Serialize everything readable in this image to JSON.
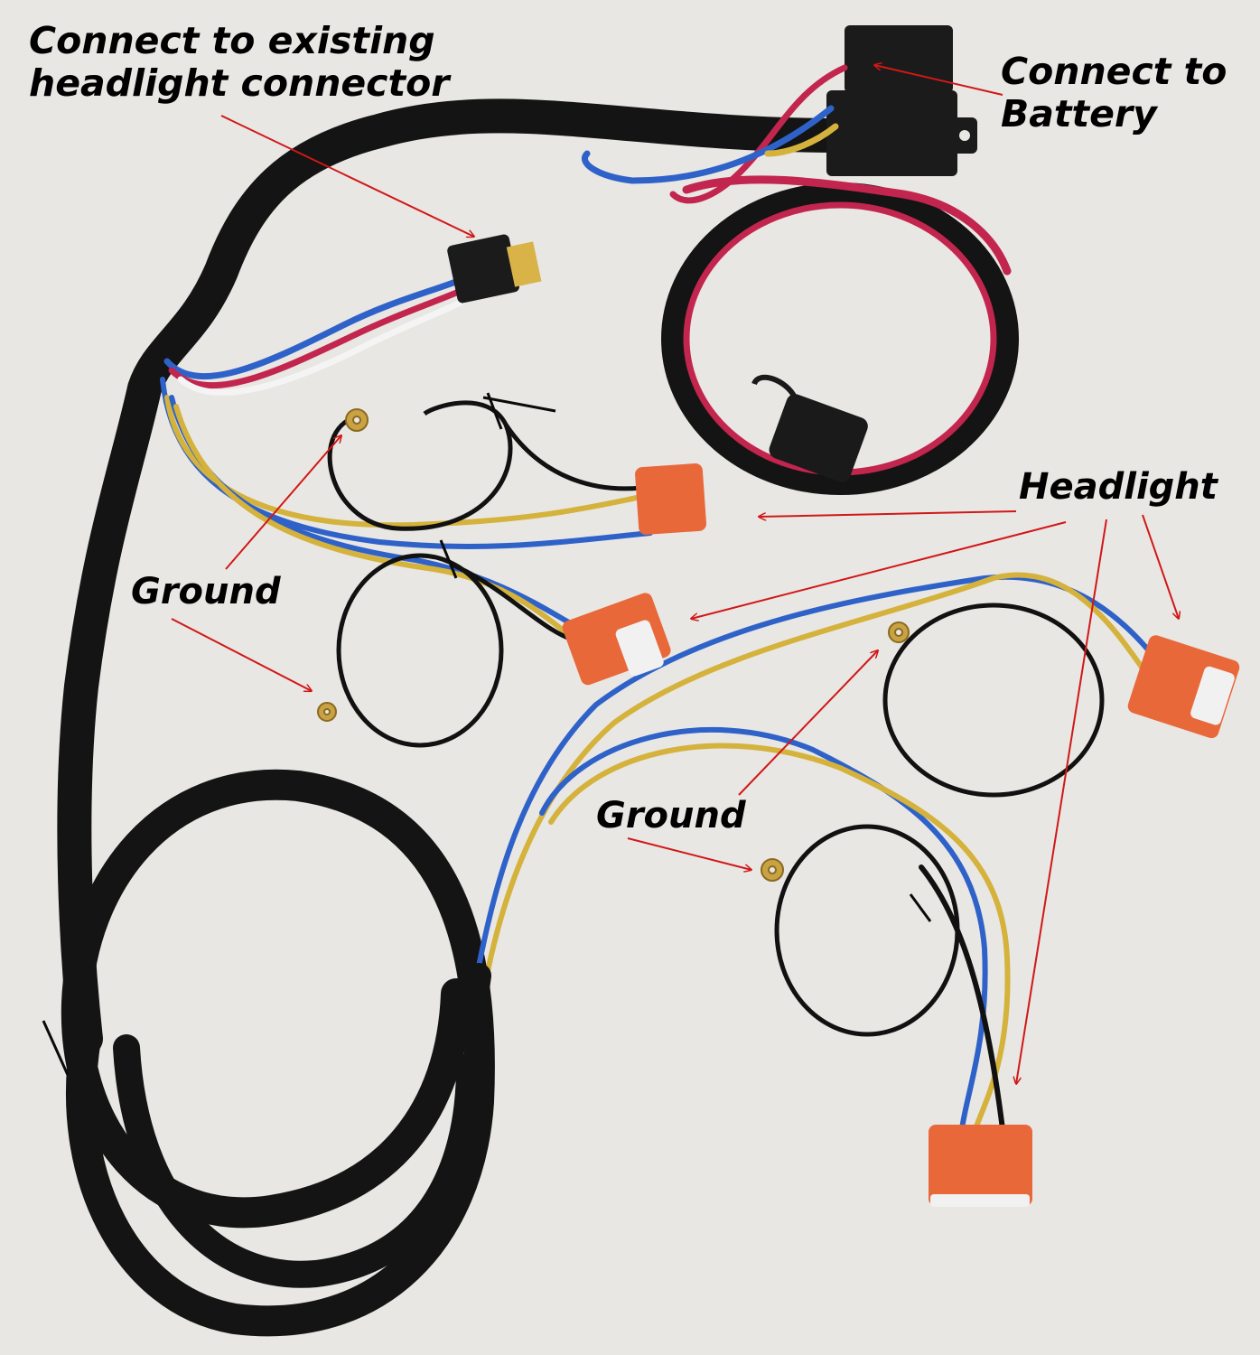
{
  "labels": {
    "connect_existing_line1": "Connect to existing",
    "connect_existing_line2": "headlight connector",
    "connect_battery_line1": "Connect to",
    "connect_battery_line2": "Battery",
    "headlight": "Headlight",
    "ground_left": "Ground",
    "ground_right": "Ground"
  },
  "colors": {
    "background": "#e9e7e3",
    "sheath": "#141414",
    "wire_blue": "#2f62c9",
    "wire_yellow": "#d4b23c",
    "wire_red": "#c2254e",
    "wire_white": "#f4f4f4",
    "wire_black": "#111111",
    "connector_orange": "#e8683a",
    "arrow_red": "#d01818",
    "terminal_brass": "#c9a243"
  }
}
